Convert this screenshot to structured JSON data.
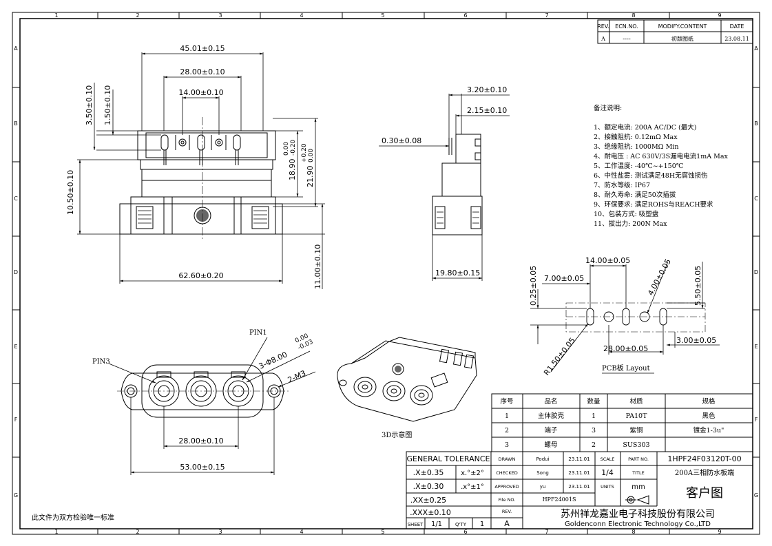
{
  "frame": {
    "zones_x": [
      "1",
      "2",
      "3",
      "4",
      "5",
      "6",
      "7",
      "8",
      "9"
    ],
    "zones_y": [
      "A",
      "B",
      "C",
      "D",
      "E",
      "F",
      "G"
    ]
  },
  "revision_table": {
    "headers": [
      "REV.",
      "ECN.NO.",
      "MODIFY.CONTENT",
      "DATE"
    ],
    "row": [
      "A",
      "----",
      "初版图纸",
      "23.08.11"
    ]
  },
  "front_view": {
    "dims": [
      "45.01±0.15",
      "28.00±0.10",
      "14.00±0.10",
      "3.50±0.10",
      "1.50±0.10",
      "10.50±0.10",
      "18.90",
      "0.00",
      "-0.20",
      "21.90",
      "+0.20",
      "0.00",
      "62.60±0.20",
      "11.00±0.10"
    ]
  },
  "side_view": {
    "dims": [
      "3.20±0.10",
      "2.15±0.10",
      "0.30±0.08",
      "19.80±0.15"
    ]
  },
  "bottom_view": {
    "pin1": "PIN1",
    "pin3": "PIN3",
    "hole": "3-Φ8.00",
    "hole_tol_top": "0.00",
    "hole_tol_bot": "-0.03",
    "m3": "2-M3",
    "dim_28": "28.00±0.10",
    "dim_53": "53.00±0.15"
  },
  "iso_caption": "3D示意图",
  "notes": {
    "title": "备注说明:",
    "items": [
      "1、额定电流: 200A AC/DC (最大)",
      "2、接触阻抗: 0.12mΩ Max",
      "3、绝缘阻抗: 1000MΩ Min",
      "4、耐电压  : AC 630V/3S漏电电流1mA Max",
      "5、工作温度: -40℃~+150℃",
      "6、中性盐雾: 测试满足48H无腐蚀损伤",
      "7、防水等级: IP67",
      "8、耐久寿命: 满足50次插拔",
      "9、环保要求: 满足ROHS与REACH要求",
      "10、包装方式: 吸塑盘",
      "11、拔出力: 200N Max"
    ]
  },
  "pcb_layout": {
    "dims": [
      "14.00±0.05",
      "7.00±0.05",
      "0.25±0.05",
      "4.00±0.05",
      "5.50±0.05",
      "28.00±0.05",
      "3.00±0.05",
      "R1.50±0.05"
    ],
    "caption": "PCB板 Layout"
  },
  "bom": {
    "headers": [
      "序号",
      "品名",
      "数量",
      "材质",
      "规格"
    ],
    "rows": [
      [
        "1",
        "主体胶壳",
        "1",
        "PA10T",
        "黑色"
      ],
      [
        "2",
        "端子",
        "3",
        "紫铜",
        "镀金1-3u\""
      ],
      [
        "3",
        "螺母",
        "2",
        "SUS303",
        ""
      ]
    ]
  },
  "tolerance": {
    "title": "GENERAL TOLERANCE",
    "rows": [
      [
        ".X±0.35",
        "x.°±2°"
      ],
      [
        ".X±0.30",
        ".x°±1°"
      ],
      [
        ".XX±0.25",
        ""
      ],
      [
        ".XXX±0.10",
        ""
      ]
    ],
    "sheet_label": "SHEET",
    "sheet_value": "1/1",
    "qty_label": "Q'TY",
    "qty_value": "1"
  },
  "title_block": {
    "drawn_label": "DRAWN",
    "drawn_name": "Podui",
    "drawn_date": "23.11.01",
    "checked_label": "CHECKED",
    "checked_name": "Song",
    "checked_date": "23.11.01",
    "approved_label": "APPROVED",
    "approved_name": "yu",
    "approved_date": "23.11.01",
    "file_label": "File NO.",
    "file_value": "HPF24001S",
    "rev_label": "REV.",
    "rev_value": "A",
    "scale_label": "SCALE",
    "scale_value": "1/4",
    "units_label": "UNITS",
    "units_value": "mm",
    "partno_label": "PART NO.",
    "partno_value": "1HPF24F03120T-00",
    "title_label": "TITLE",
    "title_value": "200A三相防水板端",
    "customer": "客户图",
    "company_cn": "苏州祥龙嘉业电子科技股份有限公司",
    "company_en": "Goldenconn  Electronic  Technology  Co.,LTD"
  },
  "footer_note": "此文件为双方检验唯一标准"
}
